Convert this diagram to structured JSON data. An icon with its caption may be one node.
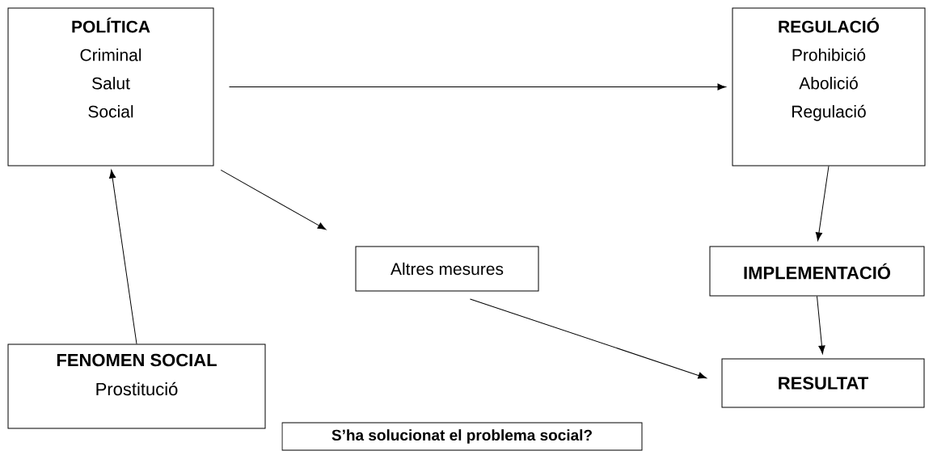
{
  "diagram": {
    "nodes": [
      {
        "text": [
          "POLÍTICA",
          "Criminal",
          "Salut",
          "Social"
        ]
      },
      {
        "text": [
          "REGULACIÓ",
          "Prohibició",
          "Abolició",
          "Regulació"
        ]
      },
      {
        "text": [
          "Altres mesures"
        ]
      },
      {
        "text": [
          "IMPLEMENTACIÓ"
        ]
      },
      {
        "text": [
          "FENOMEN SOCIAL",
          "Prostitució"
        ]
      },
      {
        "text": [
          "RESULTAT"
        ]
      },
      {
        "text": [
          "S’ha solucionat el problema social?"
        ]
      }
    ],
    "edges": [
      {
        "from": 4,
        "to": 0,
        "arrow": "to"
      },
      {
        "from": 0,
        "to": 1,
        "arrow": "to"
      },
      {
        "from": 0,
        "to": 2,
        "arrow": "to"
      },
      {
        "from": 1,
        "to": 3,
        "arrow": "to"
      },
      {
        "from": 2,
        "to": 5,
        "arrow": "to"
      },
      {
        "from": 3,
        "to": 5,
        "arrow": "to"
      }
    ]
  }
}
